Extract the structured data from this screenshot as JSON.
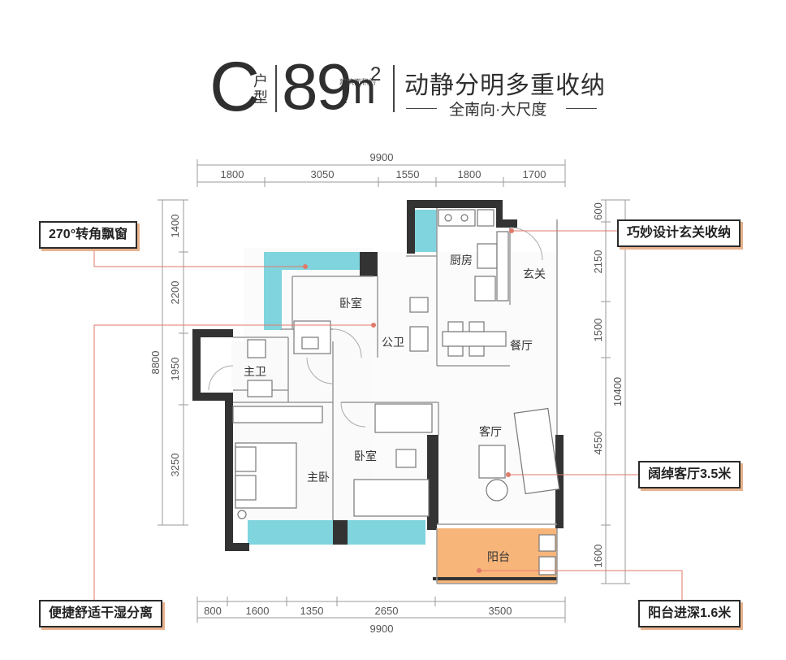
{
  "header": {
    "type_letter": "C",
    "type_label": "户型",
    "area_number": "89",
    "area_unit": "m",
    "area_superscript": "2",
    "area_note": "建筑面积约",
    "title": "动静分明多重收纳",
    "subtitle": "全南向·大尺度"
  },
  "callouts": {
    "bay_window": "270°转角飘窗",
    "entry_storage": "巧妙设计玄关收纳",
    "wet_dry": "便捷舒适干湿分离",
    "living_width": "阔绰客厅3.5米",
    "balcony_depth": "阳台进深1.6米"
  },
  "rooms": {
    "kitchen": "厨房",
    "entry": "玄关",
    "bedroom_north": "卧室",
    "public_bath": "公卫",
    "dining": "餐厅",
    "master_bath": "主卫",
    "living": "客厅",
    "bedroom_second": "卧室",
    "master_bedroom": "主卧",
    "balcony": "阳台"
  },
  "dimensions": {
    "top_total": "9900",
    "top_segments": [
      "1800",
      "3050",
      "1550",
      "1800",
      "1700"
    ],
    "bottom_total": "9900",
    "bottom_segments": [
      "800",
      "1600",
      "1350",
      "2650",
      "3500"
    ],
    "left_total": "8800",
    "left_segments": [
      "1400",
      "2200",
      "1950",
      "3250"
    ],
    "right_total": "10400",
    "right_segments": [
      "600",
      "2150",
      "1500",
      "4550",
      "1600"
    ]
  },
  "colors": {
    "wall": "#333333",
    "glass": "#7fd4dd",
    "balcony": "#f7b57a",
    "accent_line": "#e07a6a",
    "callout_shadow": "#e7b38e"
  }
}
